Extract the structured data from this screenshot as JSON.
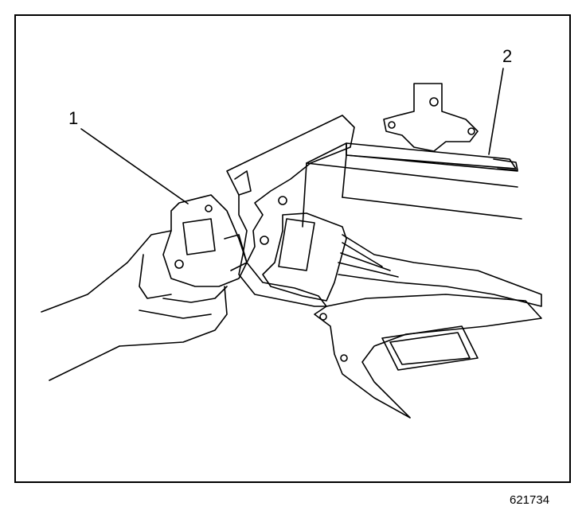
{
  "callouts": [
    {
      "label": "1"
    },
    {
      "label": "2"
    }
  ],
  "figure_number": "621734"
}
